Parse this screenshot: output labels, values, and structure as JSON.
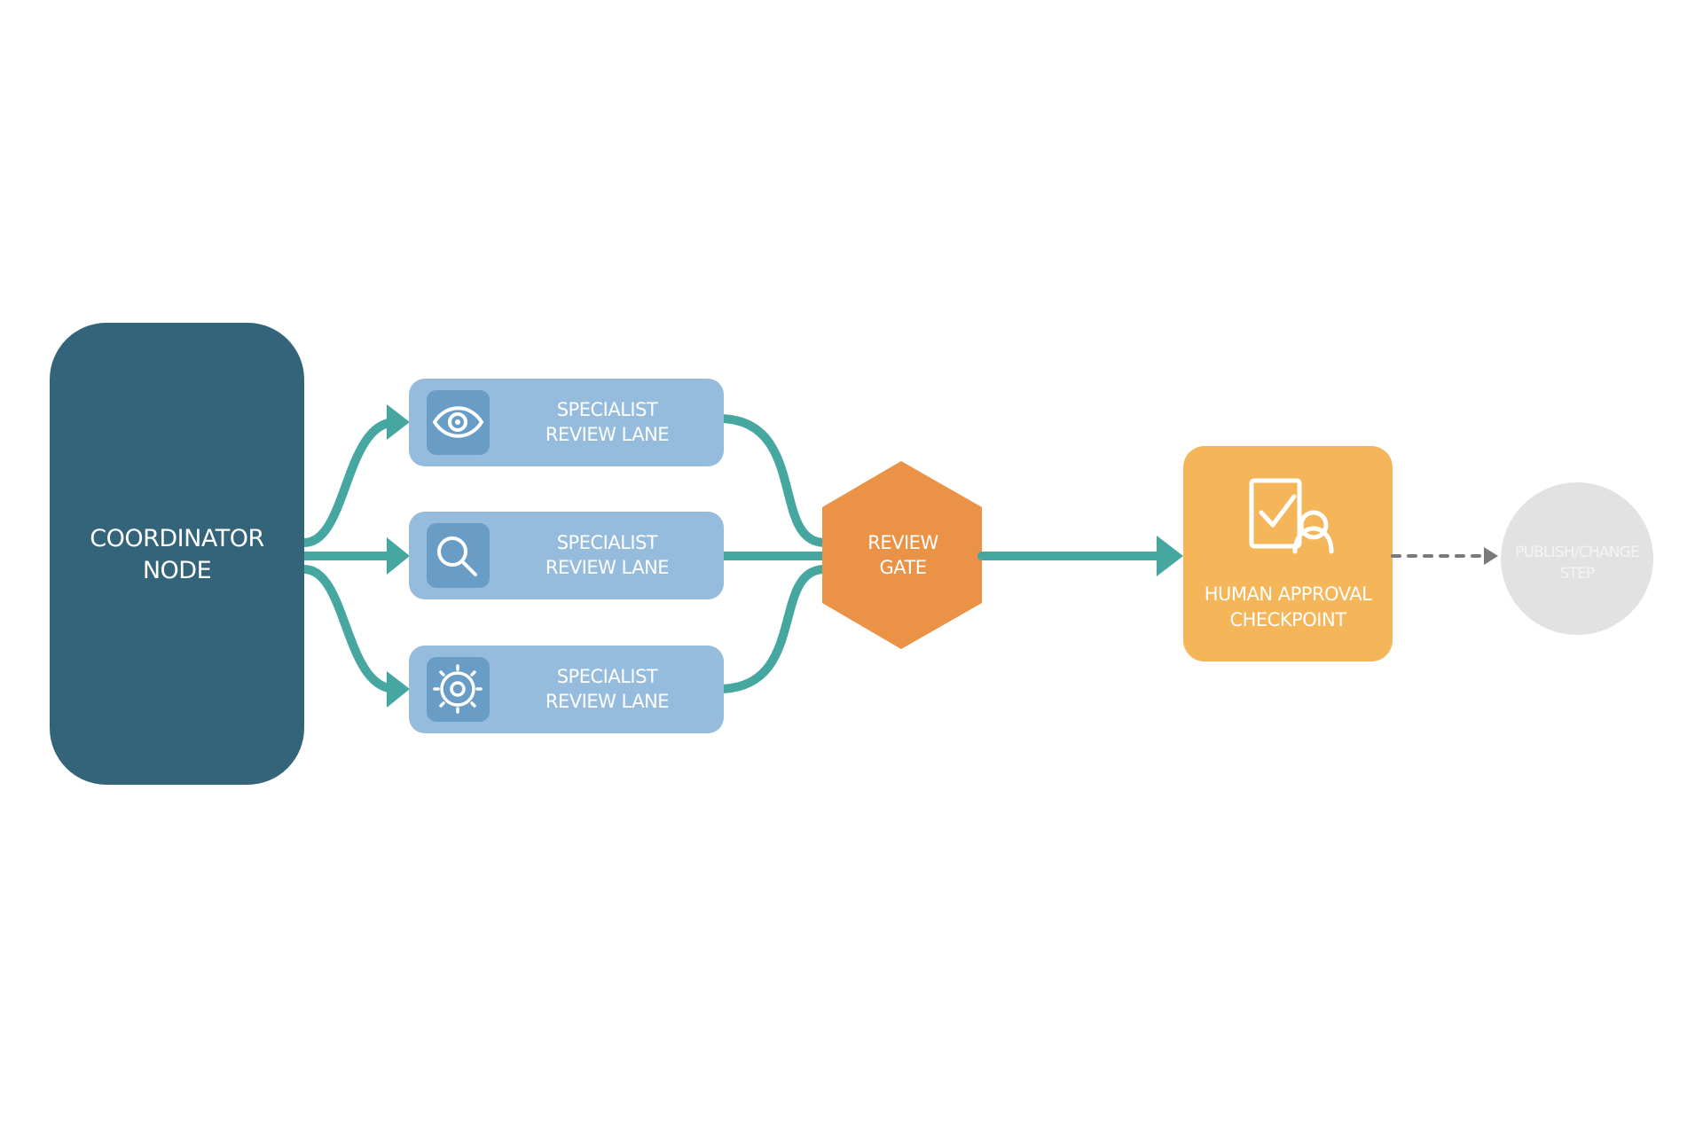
{
  "diagram": {
    "coordinator": {
      "label": "COORDINATOR\nNODE",
      "color": "#336479"
    },
    "lanes": [
      {
        "label": "SPECIALIST\nREVIEW LANE",
        "icon": "eye-icon"
      },
      {
        "label": "SPECIALIST\nREVIEW LANE",
        "icon": "search-icon"
      },
      {
        "label": "SPECIALIST\nREVIEW LANE",
        "icon": "gear-icon"
      }
    ],
    "lane_color": "#95bcdc",
    "lane_icon_bg": "#6a9dc6",
    "gate": {
      "label": "REVIEW\nGATE",
      "color": "#ea9347"
    },
    "approval": {
      "label": "HUMAN APPROVAL\nCHECKPOINT",
      "icon": "approval-checklist-person-icon",
      "color": "#f5b65a"
    },
    "publish": {
      "label": "PUBLISH/CHANGE\nSTEP",
      "color": "#e2e2e2"
    },
    "connector_color": "#45a7a0",
    "dashed_connector_color": "#7a7a7a"
  }
}
